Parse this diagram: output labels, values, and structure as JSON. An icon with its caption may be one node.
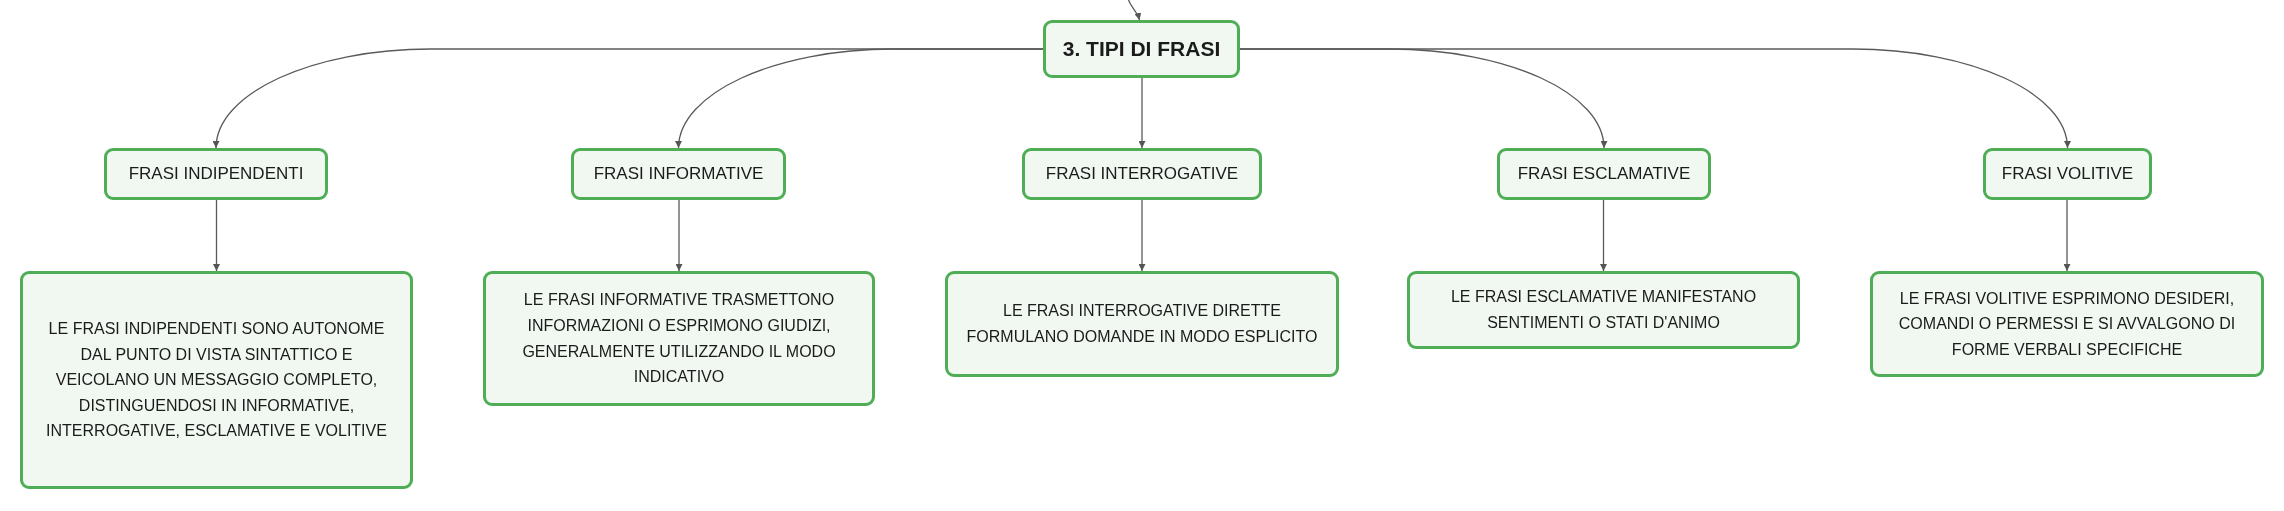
{
  "diagram": {
    "nodes": [
      {
        "text": [
          "3. TIPI DI FRASI"
        ]
      },
      {
        "text": [
          "FRASI INDIPENDENTI"
        ]
      },
      {
        "text": [
          "FRASI INFORMATIVE"
        ]
      },
      {
        "text": [
          "FRASI INTERROGATIVE"
        ]
      },
      {
        "text": [
          "FRASI ESCLAMATIVE"
        ]
      },
      {
        "text": [
          "FRASI VOLITIVE"
        ]
      },
      {
        "text": [
          "LE FRASI INDIPENDENTI SONO AUTONOME DAL PUNTO DI VISTA SINTATTICO E VEICOLANO UN MESSAGGIO COMPLETO, DISTINGUENDOSI IN INFORMATIVE, INTERROGATIVE, ESCLAMATIVE E VOLITIVE"
        ]
      },
      {
        "text": [
          "LE FRASI INFORMATIVE TRASMETTONO INFORMAZIONI O ESPRIMONO GIUDIZI, GENERALMENTE UTILIZZANDO IL MODO INDICATIVO"
        ]
      },
      {
        "text": [
          "LE FRASI INTERROGATIVE DIRETTE FORMULANO DOMANDE IN MODO ESPLICITO"
        ]
      },
      {
        "text": [
          "LE FRASI ESCLAMATIVE MANIFESTANO SENTIMENTI O STATI D'ANIMO"
        ]
      },
      {
        "text": [
          "LE FRASI VOLITIVE ESPRIMONO DESIDERI, COMANDI O PERMESSI E SI AVVALGONO DI FORME VERBALI SPECIFICHE"
        ]
      }
    ],
    "edges": [
      {
        "from": null,
        "to": 0,
        "arrow": "to"
      },
      {
        "from": 0,
        "to": 1,
        "arrow": "to"
      },
      {
        "from": 0,
        "to": 2,
        "arrow": "to"
      },
      {
        "from": 0,
        "to": 3,
        "arrow": "to"
      },
      {
        "from": 0,
        "to": 4,
        "arrow": "to"
      },
      {
        "from": 0,
        "to": 5,
        "arrow": "to"
      },
      {
        "from": 1,
        "to": 6,
        "arrow": "to"
      },
      {
        "from": 2,
        "to": 7,
        "arrow": "to"
      },
      {
        "from": 3,
        "to": 8,
        "arrow": "to"
      },
      {
        "from": 4,
        "to": 9,
        "arrow": "to"
      },
      {
        "from": 5,
        "to": 10,
        "arrow": "to"
      }
    ]
  }
}
